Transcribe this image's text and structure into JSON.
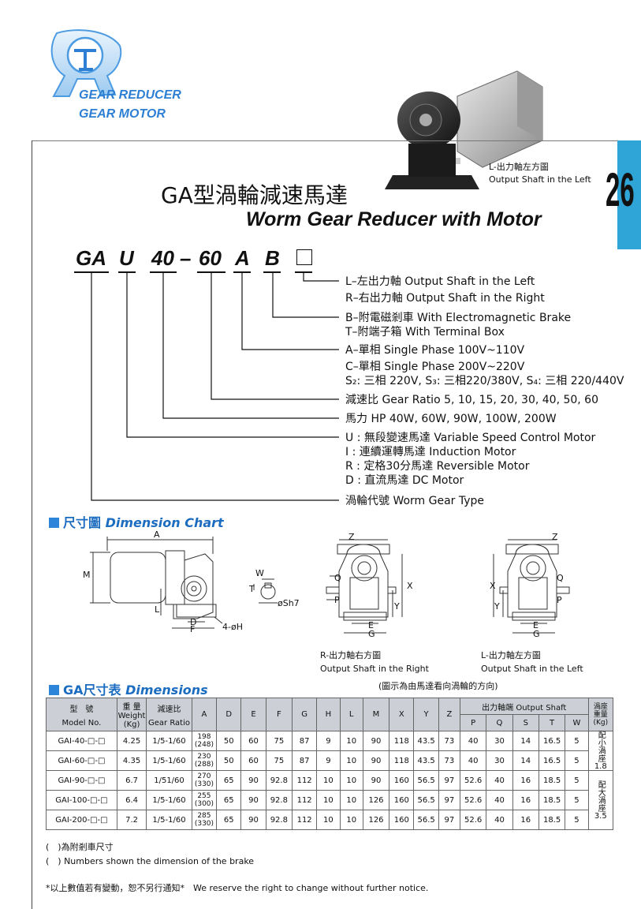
{
  "brand": {
    "line1": "GEAR REDUCER",
    "line2": "GEAR MOTOR",
    "logo_letters": "TL"
  },
  "page": {
    "number": "26",
    "tab_color": "#2fa4d6"
  },
  "title": {
    "cn": "GA型渦輪減速馬達",
    "en": "Worm Gear Reducer with Motor"
  },
  "photo_caption": {
    "cn": "L-出力軸左方圖",
    "en": "Output Shaft in the Left"
  },
  "model_code": {
    "parts": [
      "GA",
      "U",
      "40",
      "–",
      "60",
      "A",
      "B"
    ]
  },
  "options": [
    {
      "lines": [
        "L–左出力軸 Output Shaft in the Left",
        "R–右出力軸 Output Shaft in the Right"
      ]
    },
    {
      "lines": [
        "B–附電磁剎車 With Electromagnetic Brake",
        "T–附端子箱 With Terminal Box"
      ]
    },
    {
      "lines": [
        "A–單相 Single Phase 100V~110V",
        "C–單相 Single Phase 200V~220V",
        "S₂: 三相 220V, S₃: 三相220/380V, S₄: 三相 220/440V"
      ]
    },
    {
      "lines": [
        "減速比 Gear Ratio 5, 10, 15, 20, 30, 40, 50, 60"
      ]
    },
    {
      "lines": [
        "馬力 HP 40W, 60W, 90W, 100W, 200W"
      ]
    },
    {
      "lines": [
        "U : 無段變速馬達 Variable Speed Control Motor",
        "I : 連續運轉馬達 Induction Motor",
        "R : 定格30分馬達 Reversible Motor",
        "D : 直流馬達 DC Motor"
      ]
    },
    {
      "lines": [
        "渦輪代號 Worm Gear Type"
      ]
    }
  ],
  "dimension_chart": {
    "title_cn": "尺寸圖",
    "title_en": "Dimension Chart",
    "right_caption_cn": "R-出力軸右方圖",
    "right_caption_en": "Output Shaft in the Right",
    "left_caption_cn": "L-出力軸左方圖",
    "left_caption_en": "Output Shaft in the Left",
    "view_note": "(圖示為由馬達看向渦輪的方向)",
    "labels": {
      "A": "A",
      "M": "M",
      "L": "L",
      "D": "D",
      "F": "F",
      "H": "4-øH",
      "W": "W",
      "T": "T",
      "S": "øSh7",
      "Z": "Z",
      "Q": "Q",
      "P": "P",
      "X": "X",
      "Y": "Y",
      "E": "E",
      "G": "G"
    }
  },
  "dimensions": {
    "title_prefix": "GA尺寸表",
    "title_en": "Dimensions",
    "headers": {
      "model_cn": "型　號",
      "model_en": "Model No.",
      "weight_cn": "重 量",
      "weight_en": "Weight",
      "weight_unit": "(Kg)",
      "ratio_cn": "減速比",
      "ratio_en": "Gear Ratio",
      "cols": [
        "A",
        "D",
        "E",
        "F",
        "G",
        "H",
        "L",
        "M",
        "X",
        "Y",
        "Z"
      ],
      "shaft_group": "出力軸端 Output Shaft",
      "shaft_cols": [
        "P",
        "Q",
        "S",
        "T",
        "W"
      ],
      "oil_cn": "渦座重量",
      "oil_unit": "(Kg)"
    },
    "rows": [
      {
        "model": "GAI-40-□-□",
        "weight": "4.25",
        "ratio": "1/5-1/60",
        "A": "198",
        "A2": "(248)",
        "D": "50",
        "E": "60",
        "F": "75",
        "G": "87",
        "H": "9",
        "L": "10",
        "M": "90",
        "X": "118",
        "Y": "43.5",
        "Z": "73",
        "P": "40",
        "Q": "30",
        "S": "14",
        "T": "16.5",
        "W": "5"
      },
      {
        "model": "GAI-60-□-□",
        "weight": "4.35",
        "ratio": "1/5-1/60",
        "A": "230",
        "A2": "(288)",
        "D": "50",
        "E": "60",
        "F": "75",
        "G": "87",
        "H": "9",
        "L": "10",
        "M": "90",
        "X": "118",
        "Y": "43.5",
        "Z": "73",
        "P": "40",
        "Q": "30",
        "S": "14",
        "T": "16.5",
        "W": "5"
      },
      {
        "model": "GAI-90-□-□",
        "weight": "6.7",
        "ratio": "1/51/60",
        "A": "270",
        "A2": "(330)",
        "D": "65",
        "E": "90",
        "F": "92.8",
        "G": "112",
        "H": "10",
        "L": "10",
        "M": "90",
        "X": "160",
        "Y": "56.5",
        "Z": "97",
        "P": "52.6",
        "Q": "40",
        "S": "16",
        "T": "18.5",
        "W": "5"
      },
      {
        "model": "GAI-100-□-□",
        "weight": "6.4",
        "ratio": "1/5-1/60",
        "A": "255",
        "A2": "(300)",
        "D": "65",
        "E": "90",
        "F": "92.8",
        "G": "112",
        "H": "10",
        "L": "10",
        "M": "126",
        "X": "160",
        "Y": "56.5",
        "Z": "97",
        "P": "52.6",
        "Q": "40",
        "S": "16",
        "T": "18.5",
        "W": "5"
      },
      {
        "model": "GAI-200-□-□",
        "weight": "7.2",
        "ratio": "1/5-1/60",
        "A": "285",
        "A2": "(330)",
        "D": "65",
        "E": "90",
        "F": "92.8",
        "G": "112",
        "H": "10",
        "L": "10",
        "M": "126",
        "X": "160",
        "Y": "56.5",
        "Z": "97",
        "P": "52.6",
        "Q": "40",
        "S": "16",
        "T": "18.5",
        "W": "5"
      }
    ],
    "oil_groups": [
      {
        "label": "配小渦座",
        "value": "1.8"
      },
      {
        "label": "配大渦座",
        "value": "3.5"
      }
    ]
  },
  "notes": {
    "brake_cn": "(　)為附剎車尺寸",
    "brake_en": "(　) Numbers shown the dimension of the brake",
    "disclaimer": "*以上數值若有變動，恕不另行通知*　We reserve the right to change without further notice."
  }
}
